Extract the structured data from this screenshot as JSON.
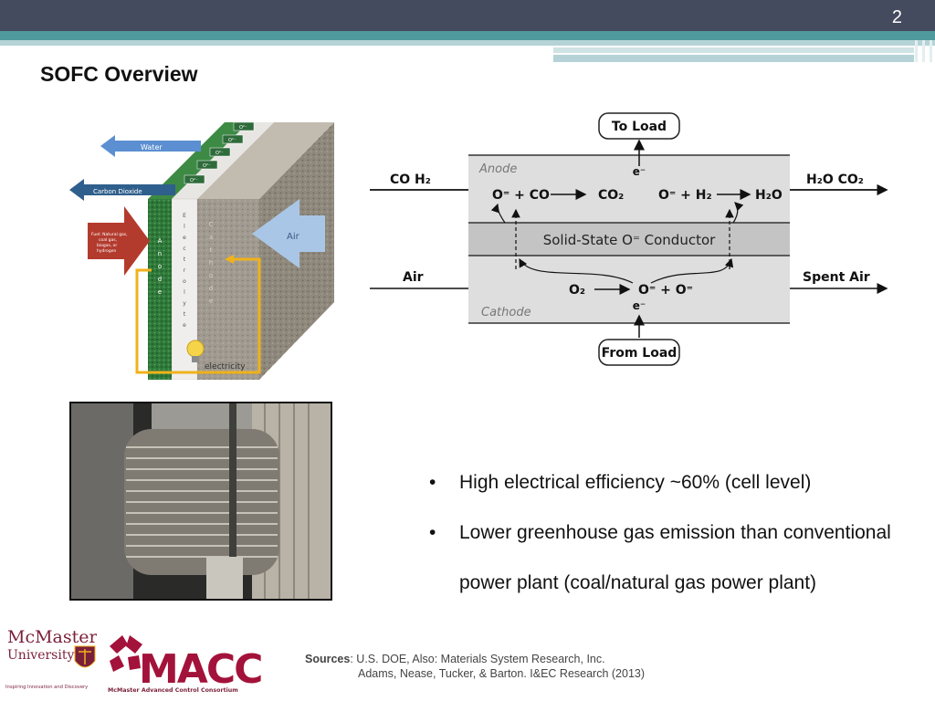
{
  "slide": {
    "page_number": "2",
    "title": "SOFC Overview"
  },
  "left_diagram": {
    "labels": {
      "water": "Water",
      "co2": "Carbon Dioxide",
      "fuel": "Fuel: Natural gas, coal gas, biogas, or hydrogen",
      "air": "Air",
      "anode": "Anode",
      "electrolyte": "Electrolyte",
      "cathode": "Cathode",
      "electricity": "electricity",
      "ion": "O²⁻"
    }
  },
  "right_diagram": {
    "to_load": "To Load",
    "from_load": "From Load",
    "anode": "Anode",
    "cathode": "Cathode",
    "conductor": "Solid-State O⁼ Conductor",
    "inputs_top": "CO  H₂",
    "outputs_top": "H₂O  CO₂",
    "input_air": "Air",
    "output_air": "Spent Air",
    "electron": "e⁻",
    "anode_reaction": {
      "r1": "O⁼ + CO",
      "p1": "CO₂",
      "r2": "O⁼ + H₂",
      "p2": "H₂O"
    },
    "cathode_reaction": {
      "r": "O₂",
      "p": "O⁼ + O⁼"
    }
  },
  "bullets": [
    "High electrical efficiency ~60% (cell level)",
    "Lower greenhouse gas emission than conventional"
  ],
  "bullet_continuation": "power plant (coal/natural gas power plant)",
  "bullet_marker": "•",
  "sources": {
    "label": "Sources",
    "line1": ": U.S. DOE,  Also: Materials System Research, Inc.",
    "line2": "Adams, Nease, Tucker, & Barton. I&EC Research (2013)"
  },
  "logos": {
    "mcmaster_line1": "McMaster",
    "mcmaster_line2": "University",
    "mcmaster_tag": "Inspiring Innovation and Discovery",
    "macc": "MACC",
    "macc_tag": "McMaster Advanced Control Consortium"
  },
  "colors": {
    "topbar": "#454b5f",
    "teal": "#4f9a9d",
    "mcmaster_maroon": "#7a1f3a",
    "macc_red": "#a3123a"
  }
}
